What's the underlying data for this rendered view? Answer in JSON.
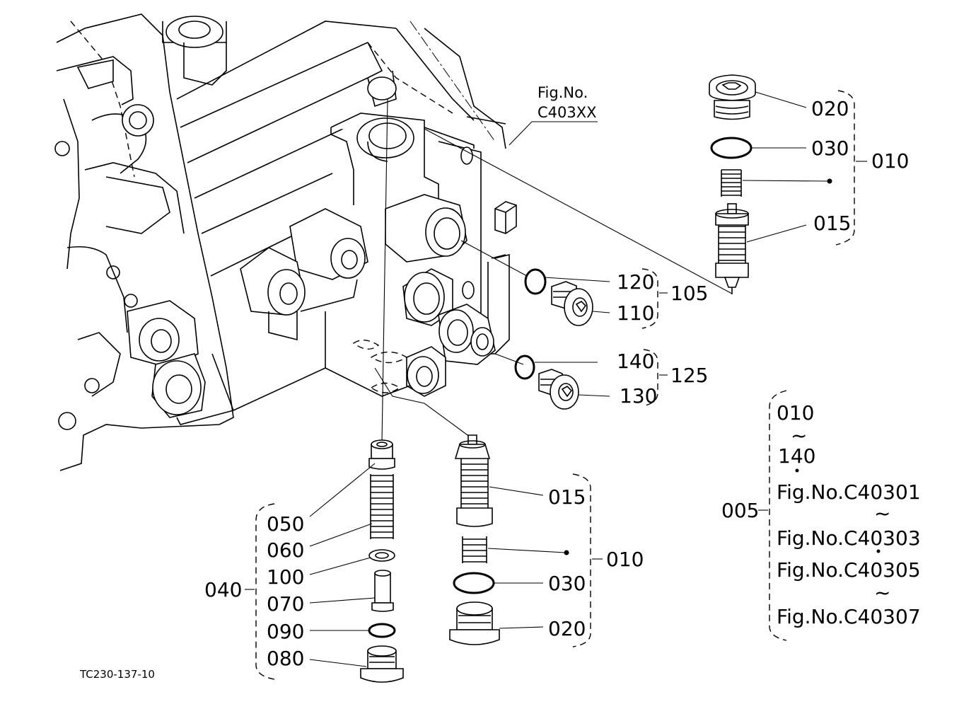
{
  "fig_ref": {
    "line1": "Fig.No.",
    "line2": "C403XX"
  },
  "callouts": {
    "c020_top": "020",
    "c030_top": "030",
    "c010_top": "010",
    "c015_top": "015",
    "c120": "120",
    "c105": "105",
    "c110": "110",
    "c140": "140",
    "c125": "125",
    "c130": "130",
    "c050": "050",
    "c060": "060",
    "c040": "040",
    "c100": "100",
    "c070": "070",
    "c090": "090",
    "c080": "080",
    "c015_bot": "015",
    "c010_bot": "010",
    "c030_bot": "030",
    "c020_bot": "020",
    "c005": "005"
  },
  "legend": {
    "range_from": "010",
    "tilde1": "~",
    "range_to": "140",
    "fig_a": "Fig.No.C40301",
    "tilde2": "~",
    "fig_b": "Fig.No.C40303",
    "fig_c": "Fig.No.C40305",
    "tilde3": "~",
    "fig_d": "Fig.No.C40307"
  },
  "drawing_code": "TC230-137-10"
}
